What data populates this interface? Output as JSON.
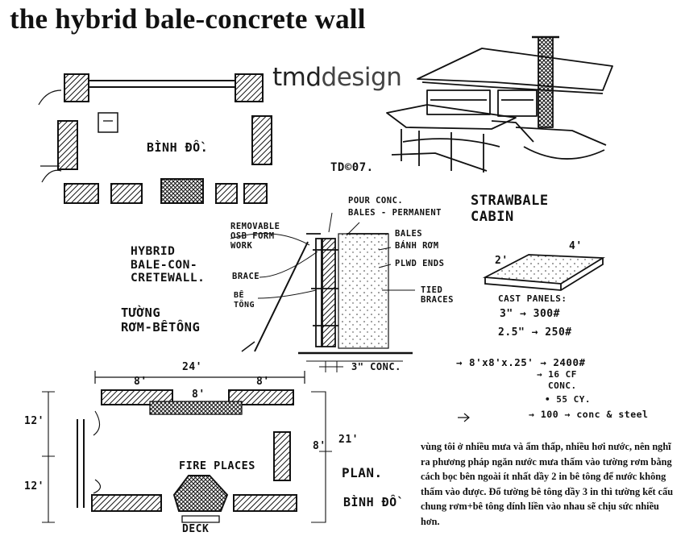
{
  "title": "the hybrid bale-concrete wall",
  "brand": {
    "part1": "tmd",
    "part2": "design"
  },
  "signature": "TD©07.",
  "labels": {
    "binh_do_top": "BÌNH ĐỒ.",
    "strawbale_cabin": "STRAWBALE\nCABIN",
    "pour_conc": "POUR CONC.",
    "bales_permanent": "BALES - PERMANENT",
    "removable_osb": "REMOVABLE\nOSB FORM\nWORK",
    "bales": "BALES",
    "banh_rom": "BÁNH RƠM",
    "plwd_ends": "PLWD ENDS",
    "hybrid_wall": "HYBRID\nBALE-CON-\nCRETEWALL.",
    "brace": "BRACE",
    "be_tong": "BÊ\nTÔNG",
    "tied_braces": "TIED\nBRACES",
    "tuong_rom": "TƯỜNG\nRƠM-BÊTÔNG",
    "three_conc": "3\" CONC.",
    "cast_panels": "CAST PANELS:",
    "panel_2": "2'",
    "panel_4": "4'",
    "cast_1": "3\" → 300#",
    "cast_2": "2.5\" → 250#",
    "calc_1": "→ 8'x8'x.25' → 2400#",
    "calc_2": "→ 16 CF",
    "calc_3": "CONC.",
    "calc_4": "• 55 CY.",
    "calc_5": "→ 100 → conc & steel",
    "dim_24": "24'",
    "dim_8a": "8'",
    "dim_8b": "8'",
    "dim_8c": "8'",
    "dim_12a": "12'",
    "dim_12b": "12'",
    "dim_8d": "8'",
    "dim_21": "21'",
    "fireplaces": "FIRE PLACES",
    "deck": "DECK",
    "plan": "PLAN.",
    "binh_do_bottom": "BÌNH ĐỒ"
  },
  "note": "vùng tôi ở nhiều mưa và ẩm thấp, nhiều hơi nước, nên nghĩ ra phương pháp ngăn nước mưa thấm vào tường rơm bằng cách bọc bên ngoài ít nhất dầy 2 in bê tông để nước không thấm vào được. Đổ tường bê tông dầy 3 in thì tường kết cấu chung rơm+bê tông dính liền vào nhau sẽ chịu sức nhiều hơn."
}
